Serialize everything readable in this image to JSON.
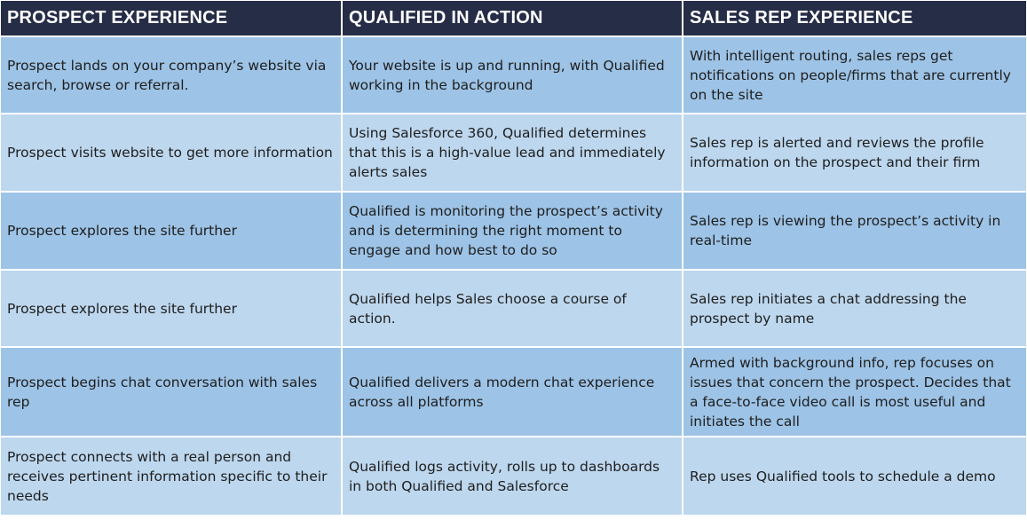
{
  "headers": [
    "PROSPECT EXPERIENCE",
    "QUALIFIED IN ACTION",
    "SALES REP EXPERIENCE"
  ],
  "rows": [
    [
      "Prospect lands on your company’s website via search, browse or referral.",
      "Your website is up and running, with Qualified working in the background",
      "With intelligent routing, sales reps get notifications on people/firms that are currently on the site"
    ],
    [
      "Prospect visits website to get more information",
      "Using Salesforce 360, Qualified determines that this is a high-value lead and immediately alerts sales",
      "Sales rep is alerted and reviews the profile information on the prospect and their firm"
    ],
    [
      "Prospect explores the site further",
      "Qualified is monitoring the prospect’s activity and is determining the right moment to engage and how best to do so",
      "Sales rep is viewing the prospect’s activity in real-time"
    ],
    [
      "Prospect explores the site further",
      "Qualified helps Sales choose a course of action.",
      "Sales rep initiates a chat addressing the prospect by name"
    ],
    [
      "Prospect begins chat conversation with sales rep",
      "Qualified delivers a modern chat experience across all platforms",
      "Armed with background info, rep focuses on issues that concern the prospect. Decides that a face-to-face video call is most useful and initiates the call"
    ],
    [
      "Prospect connects with a real person and receives pertinent information specific to their needs",
      "Qualified logs activity, rolls up to dashboards in both Qualified and Salesforce",
      "Rep uses Qualified tools to schedule a demo"
    ]
  ]
}
